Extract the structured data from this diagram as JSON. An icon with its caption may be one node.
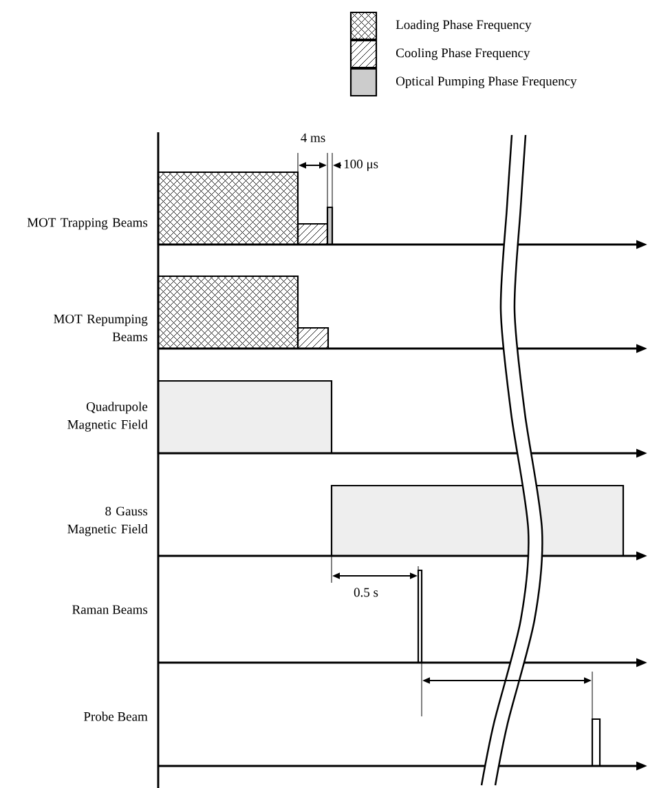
{
  "diagram": {
    "labels": [
      "4 ms",
      "100 μs",
      "MOT Trapping Beams",
      "MOT Repumping Beams",
      "Quadrupole Magnetic Field",
      "8 Gauss Magnetic Field",
      "0.5 s",
      "Raman Beams",
      "Probe Beam"
    ],
    "legend": [
      {
        "text": "Loading Phase Frequency"
      },
      {
        "text": "Cooling Phase Frequency"
      },
      {
        "text": "Optical Pumping Phase Frequency",
        "color": "#cccccc"
      }
    ]
  }
}
